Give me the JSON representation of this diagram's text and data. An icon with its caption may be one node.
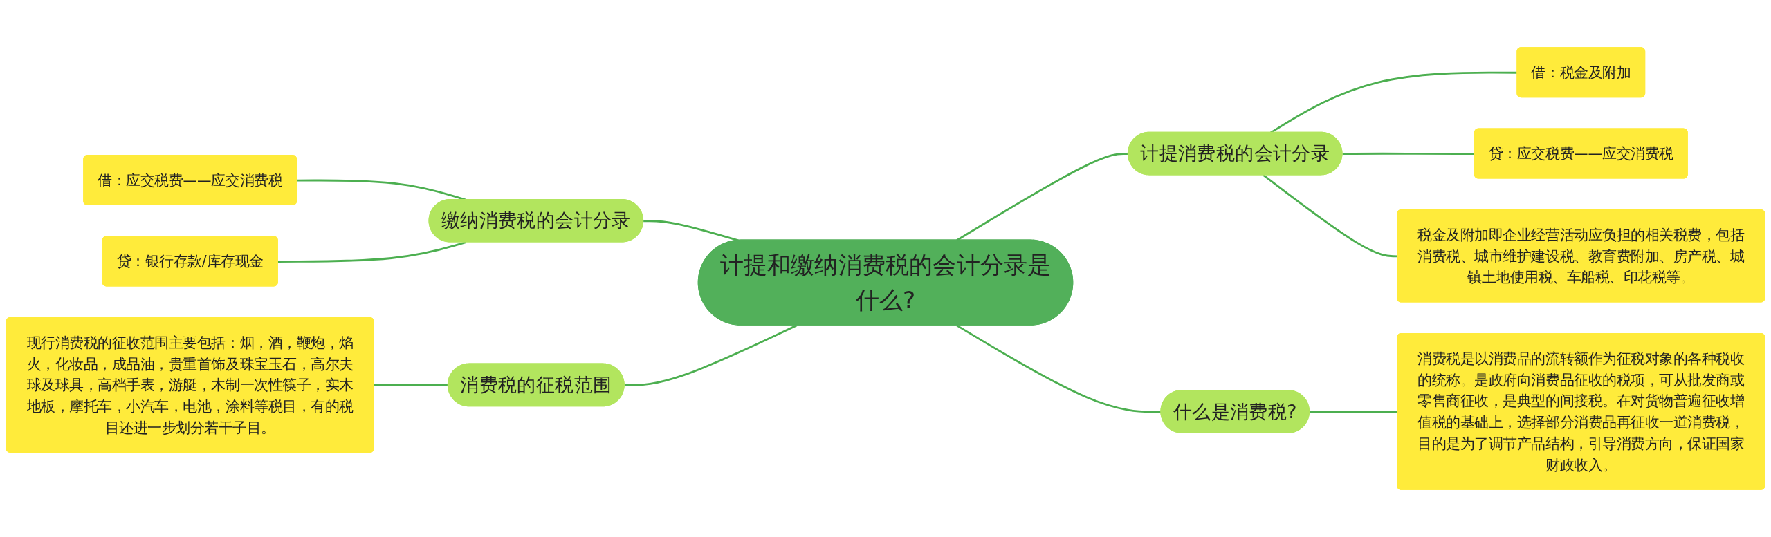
{
  "diagram": {
    "nodes": [
      {
        "text": [
          "计提和缴纳消费税的会计分录是什么?"
        ]
      },
      {
        "text": [
          "计提消费税的会计分录"
        ]
      },
      {
        "text": [
          "借：税金及附加"
        ]
      },
      {
        "text": [
          "贷：应交税费——应交消费税"
        ]
      },
      {
        "text": [
          "税金及附加即企业经营活动应负担的相关税费，包括消费税、城市维护建设税、教育费附加、房产税、城镇土地使用税、车船税、印花税等。"
        ]
      },
      {
        "text": [
          "什么是消费税?"
        ]
      },
      {
        "text": [
          "消费税是以消费品的流转额作为征税对象的各种税收的统称。是政府向消费品征收的税项，可从批发商或零售商征收，是典型的间接税。在对货物普遍征收增值税的基础上，选择部分消费品再征收一道消费税，目的是为了调节产品结构，引导消费方向，保证国家财政收入。"
        ]
      },
      {
        "text": [
          "缴纳消费税的会计分录"
        ]
      },
      {
        "text": [
          "借：应交税费——应交消费税"
        ]
      },
      {
        "text": [
          "贷：银行存款/库存现金"
        ]
      },
      {
        "text": [
          "消费税的征税范围"
        ]
      },
      {
        "text": [
          "现行消费税的征收范围主要包括：烟，酒，鞭炮，焰火，化妆品，成品油，贵重首饰及珠宝玉石，高尔夫球及球具，高档手表，游艇，木制一次性筷子，实木地板，摩托车，小汽车，电池，涂料等税目，有的税目还进一步划分若干子目。"
        ]
      }
    ],
    "edges": [
      {
        "from": 0,
        "to": 1,
        "arrow": "none"
      },
      {
        "from": 1,
        "to": 2,
        "arrow": "none"
      },
      {
        "from": 1,
        "to": 3,
        "arrow": "none"
      },
      {
        "from": 1,
        "to": 4,
        "arrow": "none"
      },
      {
        "from": 0,
        "to": 5,
        "arrow": "none"
      },
      {
        "from": 5,
        "to": 6,
        "arrow": "none"
      },
      {
        "from": 0,
        "to": 7,
        "arrow": "none"
      },
      {
        "from": 7,
        "to": 8,
        "arrow": "none"
      },
      {
        "from": 7,
        "to": 9,
        "arrow": "none"
      },
      {
        "from": 0,
        "to": 10,
        "arrow": "none"
      },
      {
        "from": 10,
        "to": 11,
        "arrow": "none"
      }
    ]
  }
}
